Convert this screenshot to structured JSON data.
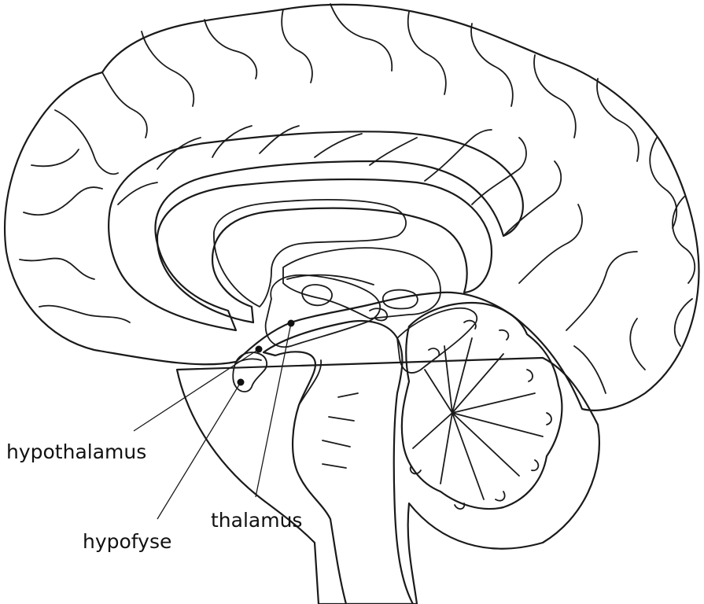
{
  "labels": {
    "hypothalamus": "hypothalamus",
    "hypofyse": "hypofyse",
    "thalamus": "thalamus"
  },
  "colors": {
    "cortex": "#d6d7d9",
    "ventricle": "#a9b0b3",
    "brainstem": "#e9e7dc",
    "cerebellum": "#e4e5e6",
    "outline": "#1a1a1a"
  }
}
